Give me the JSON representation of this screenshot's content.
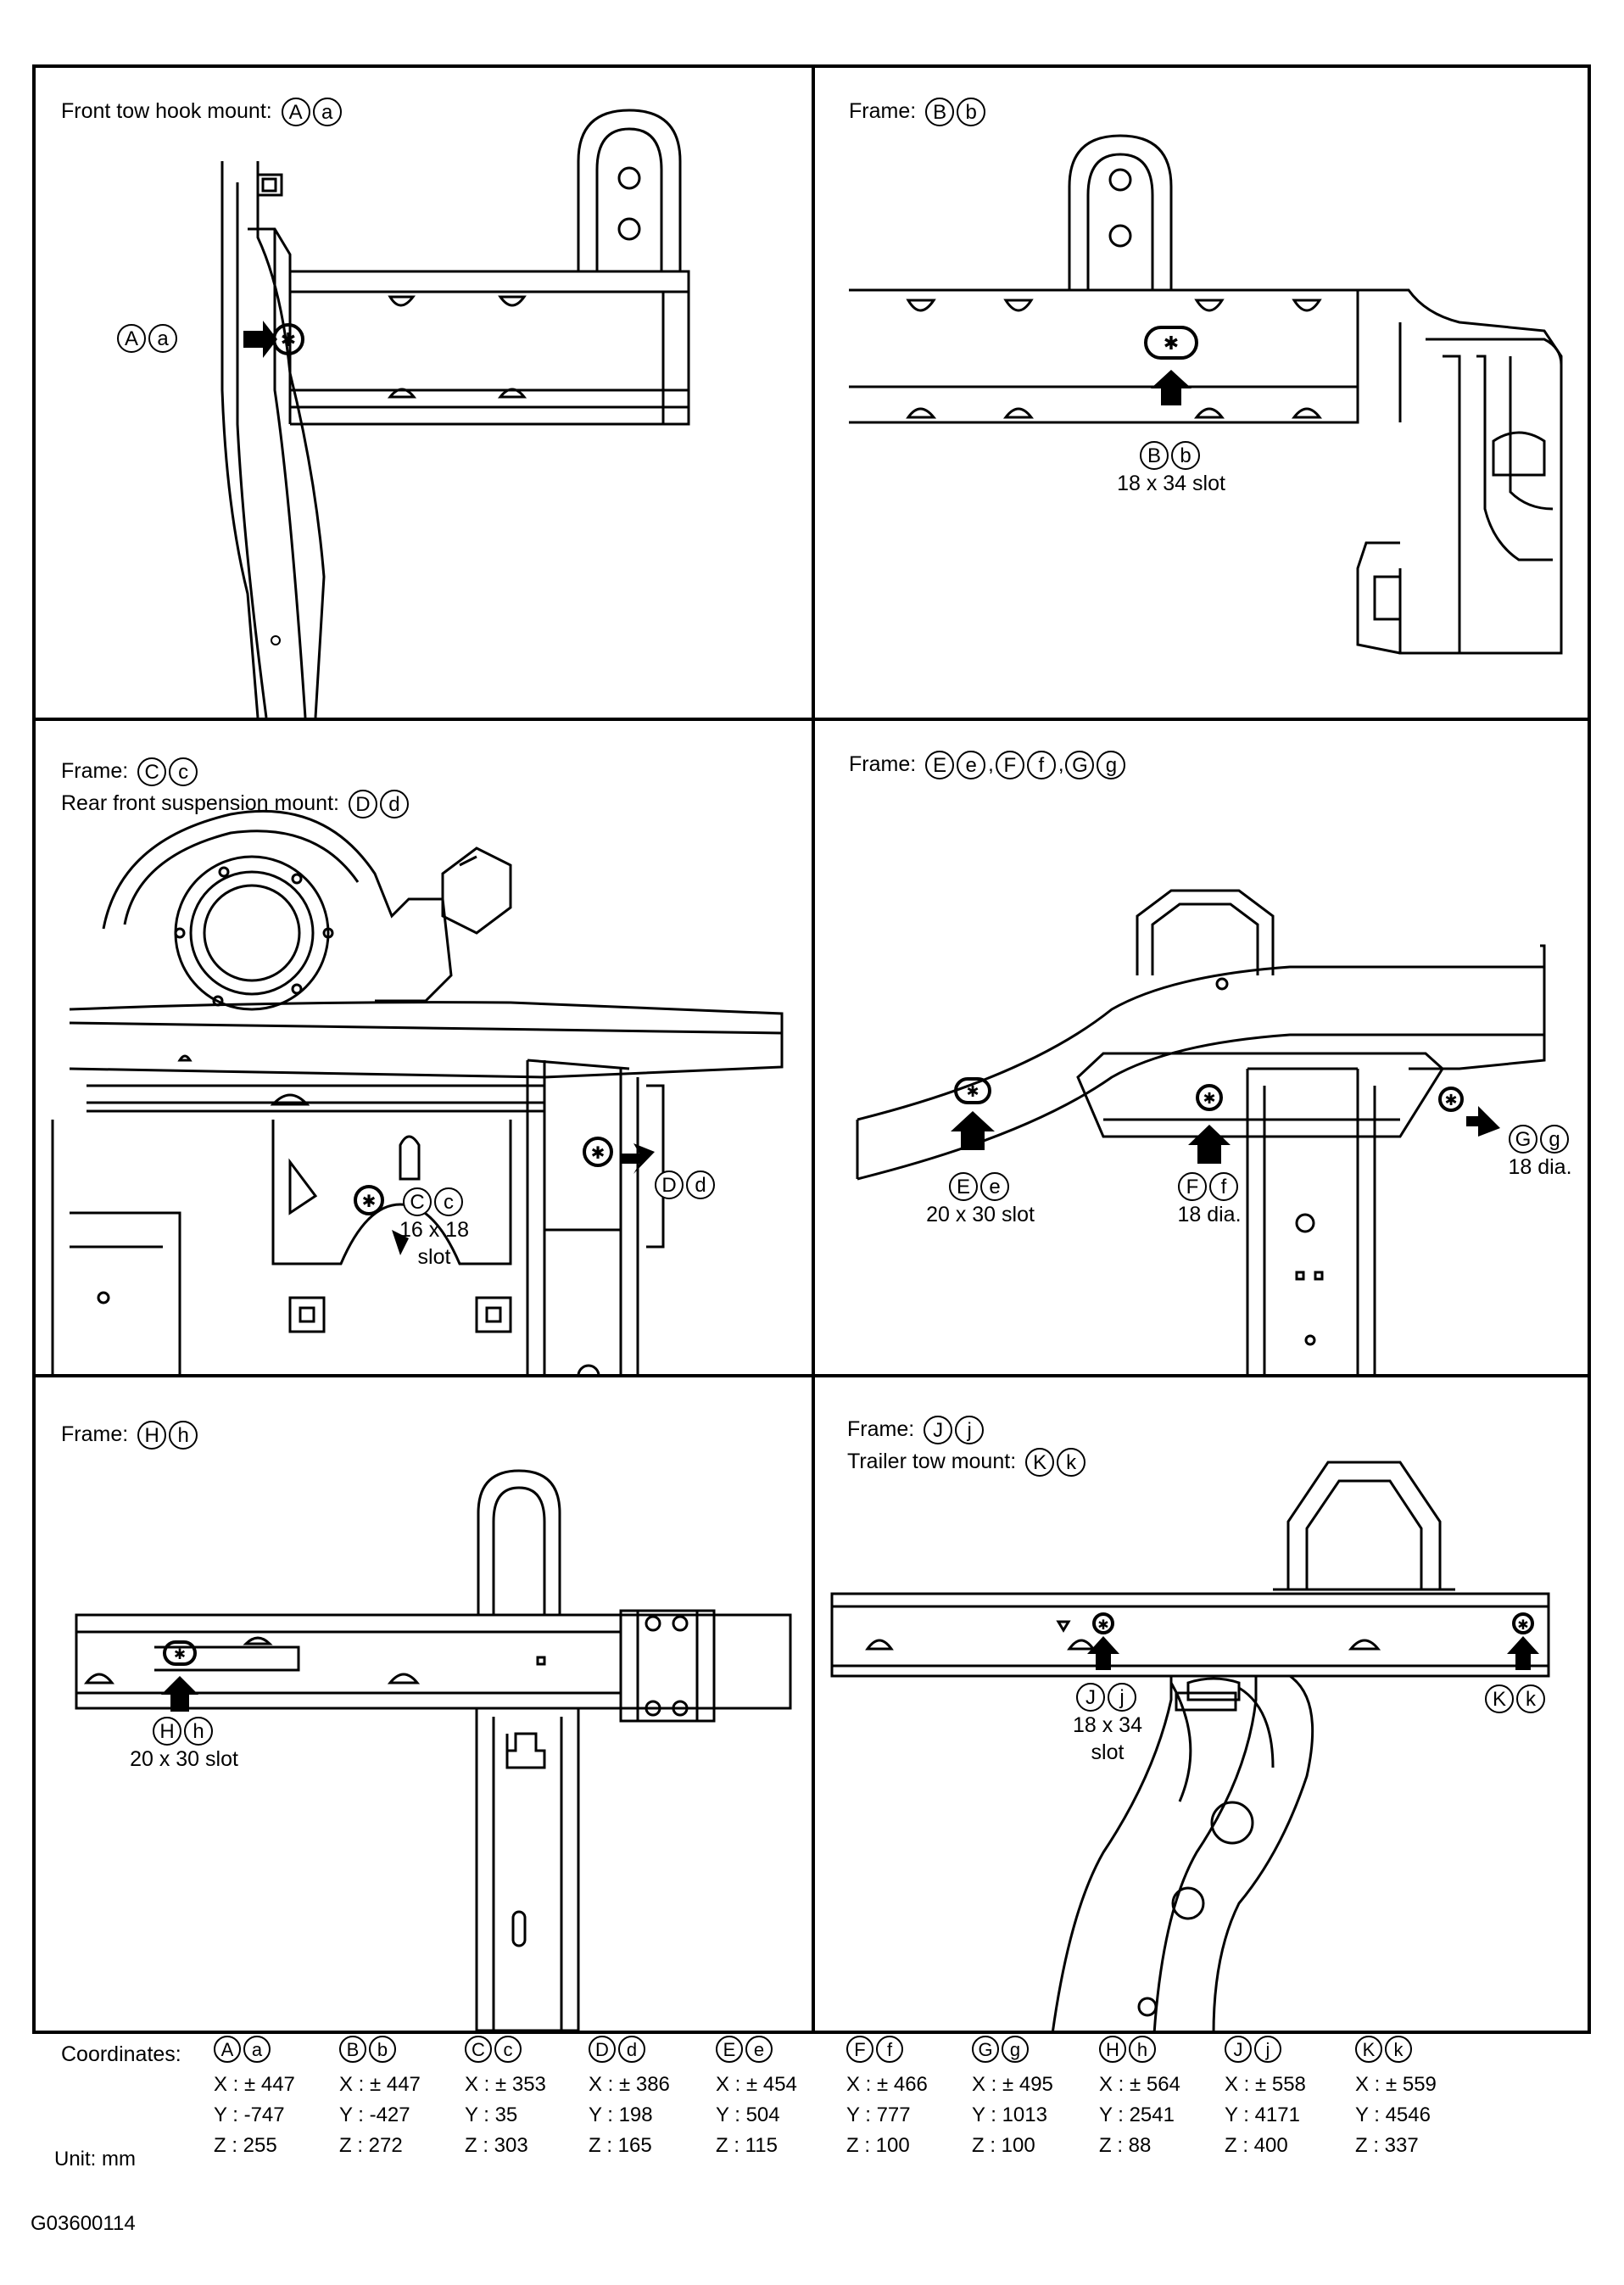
{
  "panels": [
    {
      "id": "front-tow-hook",
      "titles": [
        {
          "text": "Front tow hook mount:",
          "badges": [
            "A",
            "a"
          ]
        }
      ],
      "callouts": [
        {
          "badges": [
            "A",
            "a"
          ],
          "lines": []
        }
      ]
    },
    {
      "id": "frame-b",
      "titles": [
        {
          "text": "Frame:",
          "badges": [
            "B",
            "b"
          ]
        }
      ],
      "callouts": [
        {
          "badges": [
            "B",
            "b"
          ],
          "lines": [
            "18 x 34 slot"
          ]
        }
      ]
    },
    {
      "id": "frame-c-d",
      "titles": [
        {
          "text": "Frame:",
          "badges": [
            "C",
            "c"
          ]
        },
        {
          "text": "Rear front suspension mount:",
          "badges": [
            "D",
            "d"
          ]
        }
      ],
      "callouts": [
        {
          "badges": [
            "C",
            "c"
          ],
          "lines": [
            "16 x 18",
            "slot"
          ]
        },
        {
          "badges": [
            "D",
            "d"
          ],
          "lines": []
        }
      ]
    },
    {
      "id": "frame-e-g",
      "titles": [
        {
          "text": "Frame:",
          "badges": [
            "E",
            "e",
            ",",
            "F",
            "f",
            ",",
            "G",
            "g"
          ]
        }
      ],
      "callouts": [
        {
          "badges": [
            "E",
            "e"
          ],
          "lines": [
            "20 x 30 slot"
          ]
        },
        {
          "badges": [
            "F",
            "f"
          ],
          "lines": [
            "18 dia."
          ]
        },
        {
          "badges": [
            "G",
            "g"
          ],
          "lines": [
            "18 dia."
          ]
        }
      ]
    },
    {
      "id": "frame-h",
      "titles": [
        {
          "text": "Frame:",
          "badges": [
            "H",
            "h"
          ]
        }
      ],
      "callouts": [
        {
          "badges": [
            "H",
            "h"
          ],
          "lines": [
            "20 x 30 slot"
          ]
        }
      ]
    },
    {
      "id": "frame-j-k",
      "titles": [
        {
          "text": "Frame:",
          "badges": [
            "J",
            "j"
          ]
        },
        {
          "text": "Trailer tow mount:",
          "badges": [
            "K",
            "k"
          ]
        }
      ],
      "callouts": [
        {
          "badges": [
            "J",
            "j"
          ],
          "lines": [
            "18 x 34",
            "slot"
          ]
        },
        {
          "badges": [
            "K",
            "k"
          ],
          "lines": []
        }
      ]
    }
  ],
  "coordinates": {
    "label": "Coordinates:",
    "unit_label": "Unit: mm",
    "columns": [
      {
        "badges": [
          "A",
          "a"
        ],
        "x": "X : ± 447",
        "y": "Y : -747",
        "z": "Z : 255"
      },
      {
        "badges": [
          "B",
          "b"
        ],
        "x": "X : ± 447",
        "y": "Y : -427",
        "z": "Z : 272"
      },
      {
        "badges": [
          "C",
          "c"
        ],
        "x": "X : ± 353",
        "y": "Y : 35",
        "z": "Z : 303"
      },
      {
        "badges": [
          "D",
          "d"
        ],
        "x": "X : ± 386",
        "y": "Y : 198",
        "z": "Z : 165"
      },
      {
        "badges": [
          "E",
          "e"
        ],
        "x": "X : ± 454",
        "y": "Y : 504",
        "z": "Z : 115"
      },
      {
        "badges": [
          "F",
          "f"
        ],
        "x": "X : ± 466",
        "y": "Y : 777",
        "z": "Z : 100"
      },
      {
        "badges": [
          "G",
          "g"
        ],
        "x": "X : ± 495",
        "y": "Y : 1013",
        "z": "Z : 100"
      },
      {
        "badges": [
          "H",
          "h"
        ],
        "x": "X : ± 564",
        "y": "Y : 2541",
        "z": "Z : 88"
      },
      {
        "badges": [
          "J",
          "j"
        ],
        "x": "X : ± 558",
        "y": "Y : 4171",
        "z": "Z : 400"
      },
      {
        "badges": [
          "K",
          "k"
        ],
        "x": "X : ± 559",
        "y": "Y : 4546",
        "z": "Z : 337"
      }
    ]
  },
  "figure_id": "G03600114"
}
